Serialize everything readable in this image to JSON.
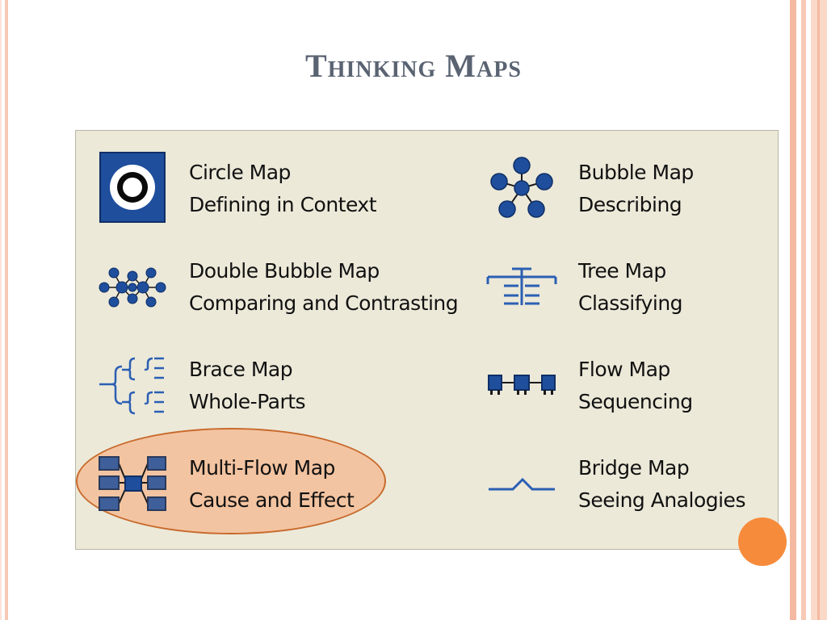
{
  "slide": {
    "title": "Thinking Maps"
  },
  "maps": [
    {
      "name": "Circle Map",
      "purpose": "Defining in Context",
      "icon": "circle-map-icon"
    },
    {
      "name": "Bubble Map",
      "purpose": "Describing",
      "icon": "bubble-map-icon"
    },
    {
      "name": "Double Bubble Map",
      "purpose": "Comparing and Contrasting",
      "icon": "double-bubble-map-icon"
    },
    {
      "name": "Tree Map",
      "purpose": "Classifying",
      "icon": "tree-map-icon"
    },
    {
      "name": "Brace Map",
      "purpose": "Whole-Parts",
      "icon": "brace-map-icon"
    },
    {
      "name": "Flow Map",
      "purpose": "Sequencing",
      "icon": "flow-map-icon"
    },
    {
      "name": "Multi-Flow Map",
      "purpose": "Cause and Effect",
      "icon": "multi-flow-map-icon",
      "highlighted": true
    },
    {
      "name": "Bridge Map",
      "purpose": "Seeing Analogies",
      "icon": "bridge-map-icon"
    }
  ],
  "colors": {
    "icon_blue": "#1f4e9c",
    "panel_bg": "#ece9d9",
    "highlight_fill": "#f3c4a1",
    "highlight_border": "#c86a2c",
    "accent_orange": "#f68b3c",
    "title_gray": "#5a6372"
  }
}
